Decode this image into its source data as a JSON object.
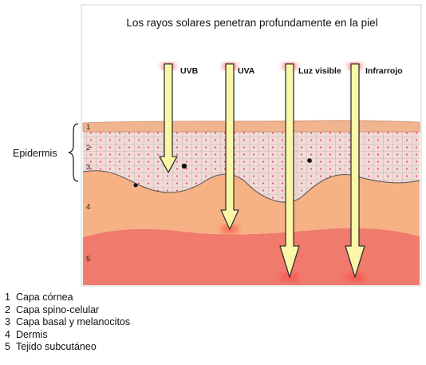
{
  "title": "Los rayos solares penetran profundamente en la piel",
  "group_label": "Epidermis",
  "layer_numbers": [
    "1",
    "2",
    "3",
    "4",
    "5"
  ],
  "rays": [
    {
      "label": "UVB"
    },
    {
      "label": "UVA"
    },
    {
      "label": "Luz visible"
    },
    {
      "label": "Infrarrojo"
    }
  ],
  "legend": [
    {
      "num": "1",
      "text": "Capa córnea"
    },
    {
      "num": "2",
      "text": "Capa spino-celular"
    },
    {
      "num": "3",
      "text": "Capa basal y melanocitos"
    },
    {
      "num": "4",
      "text": "Dermis"
    },
    {
      "num": "5",
      "text": "Tejido subcutáneo"
    }
  ],
  "colors": {
    "background": "#ffffff",
    "frame": "#cccccc",
    "corneum": "#f0b48e",
    "epidermis": "#f1dbd6",
    "dermis": "#f6b184",
    "subcutaneous": "#f07a6c",
    "ray_fill": "#fbf7a8",
    "ray_outline": "#333333",
    "ray_glow": "#ff3a3a",
    "cell_dot": "#e2446a"
  }
}
